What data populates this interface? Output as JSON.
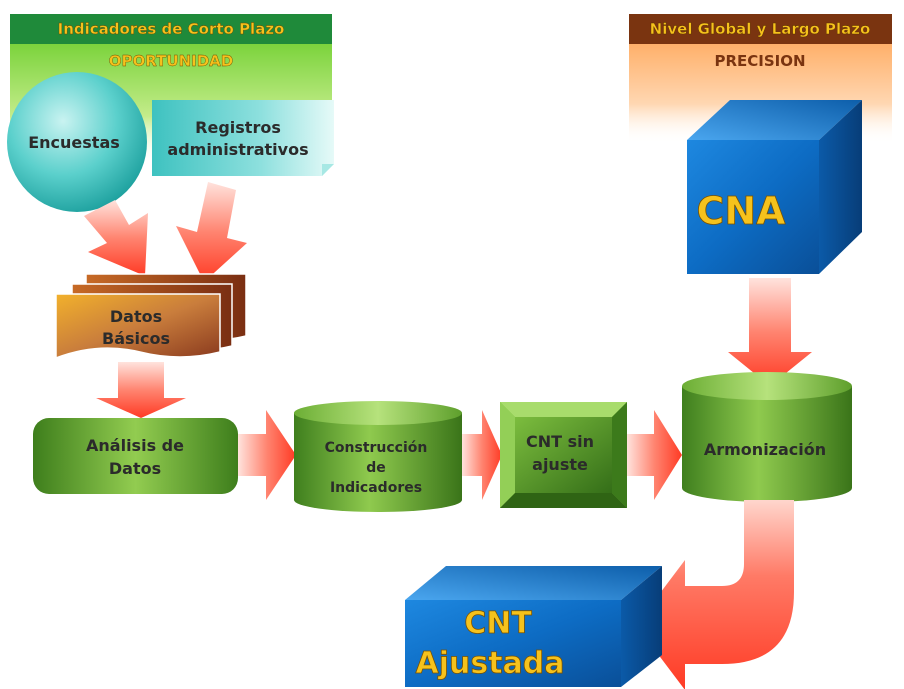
{
  "left_header": {
    "title": "Indicadores de Corto Plazo",
    "subtitle": "OPORTUNIDAD"
  },
  "right_header": {
    "title": "Nivel Global y Largo Plazo",
    "subtitle": "PRECISION"
  },
  "nodes": {
    "encuestas": "Encuestas",
    "registros_line1": "Registros",
    "registros_line2": "administrativos",
    "datos_line1": "Datos",
    "datos_line2": "Básicos",
    "analisis_line1": "Análisis de",
    "analisis_line2": "Datos",
    "construccion_line1": "Construcción",
    "construccion_line2": "de",
    "construccion_line3": "Indicadores",
    "cnt_sin_line1": "CNT sin",
    "cnt_sin_line2": "ajuste",
    "armonizacion": "Armonización",
    "cna": "CNA",
    "cnt_ajustada_line1": "CNT",
    "cnt_ajustada_line2": "Ajustada"
  },
  "colors": {
    "header_green": "#1f8a3a",
    "header_brown": "#7a3410",
    "text_yellow": "#f6c21c",
    "text_dark": "#2b2b2b",
    "arrow_red": "#ff4030",
    "box_green": "#5a9a2a",
    "cube_blue": "#1070c8"
  }
}
